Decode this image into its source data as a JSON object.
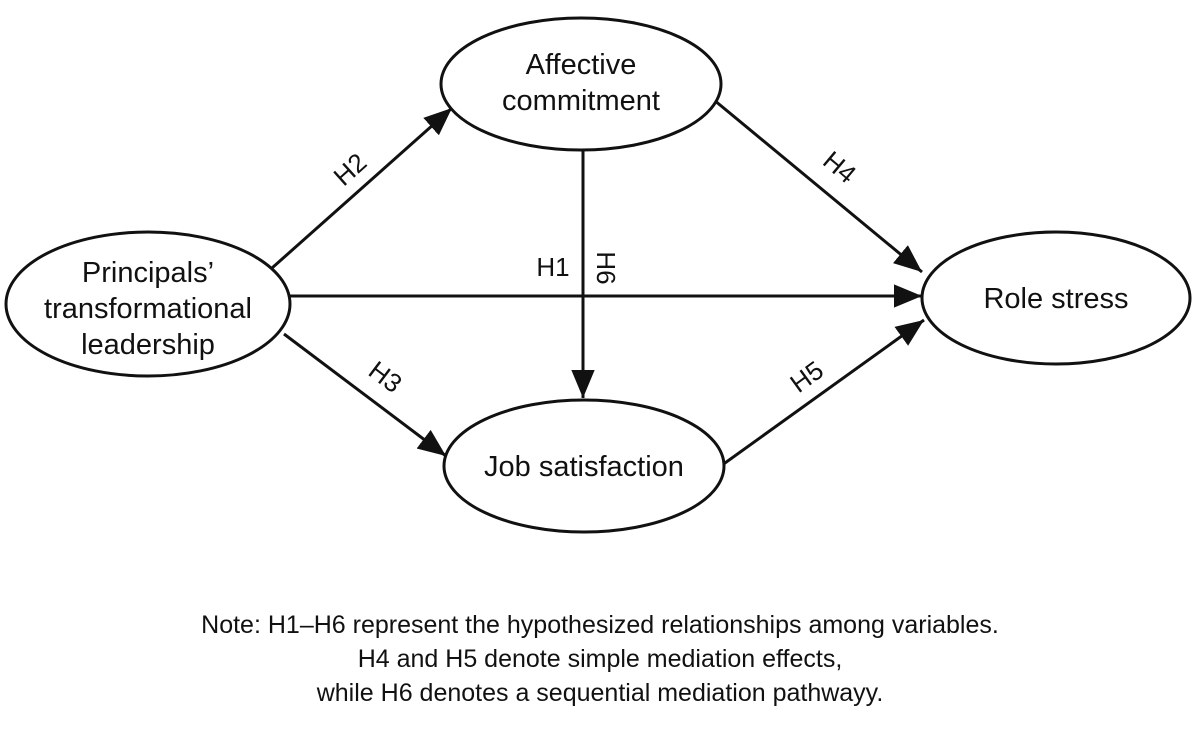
{
  "nodes": {
    "affective_commitment": {
      "lines": [
        "Affective",
        "commitment"
      ]
    },
    "principals_leadership": {
      "lines": [
        "Principals’",
        "transformational",
        "leadership"
      ]
    },
    "role_stress": {
      "lines": [
        "Role stress"
      ]
    },
    "job_satisfaction": {
      "lines": [
        "Job satisfaction"
      ]
    }
  },
  "edges": {
    "h1": {
      "label": "H1",
      "from": "Principals’ transformational leadership",
      "to": "Role stress"
    },
    "h2": {
      "label": "H2",
      "from": "Principals’ transformational leadership",
      "to": "Affective commitment"
    },
    "h3": {
      "label": "H3",
      "from": "Principals’ transformational leadership",
      "to": "Job satisfaction"
    },
    "h4": {
      "label": "H4",
      "from": "Affective commitment",
      "to": "Role stress"
    },
    "h5": {
      "label": "H5",
      "from": "Job satisfaction",
      "to": "Role stress"
    },
    "h6": {
      "label": "H6",
      "from": "Affective commitment",
      "to": "Job satisfaction"
    }
  },
  "note": {
    "lines": [
      "Note: H1–H6 represent the hypothesized relationships among variables.",
      "H4 and H5 denote simple mediation effects,",
      "while H6 denotes a sequential mediation pathwayy."
    ]
  }
}
